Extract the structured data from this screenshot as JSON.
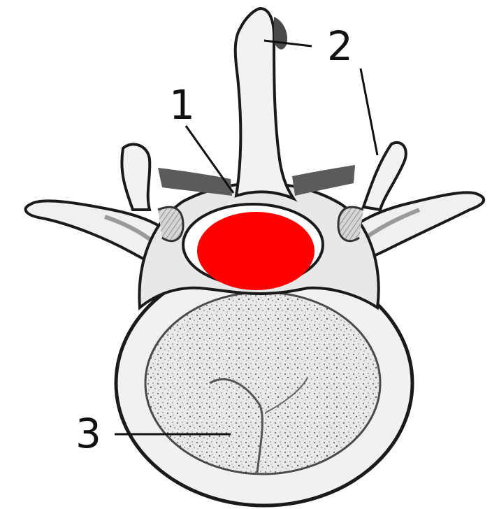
{
  "figure": {
    "subject": "vertebra-superior-view",
    "colors": {
      "background": "#ffffff",
      "bone_fill": "#efefef",
      "bone_shadow": "#9a9a9a",
      "outline": "#1a1a1a",
      "highlight": "#ff0000",
      "leader": "#111111"
    }
  },
  "callouts": [
    {
      "id": "callout-1",
      "label": "1"
    },
    {
      "id": "callout-2",
      "label": "2"
    },
    {
      "id": "callout-3",
      "label": "3"
    }
  ]
}
